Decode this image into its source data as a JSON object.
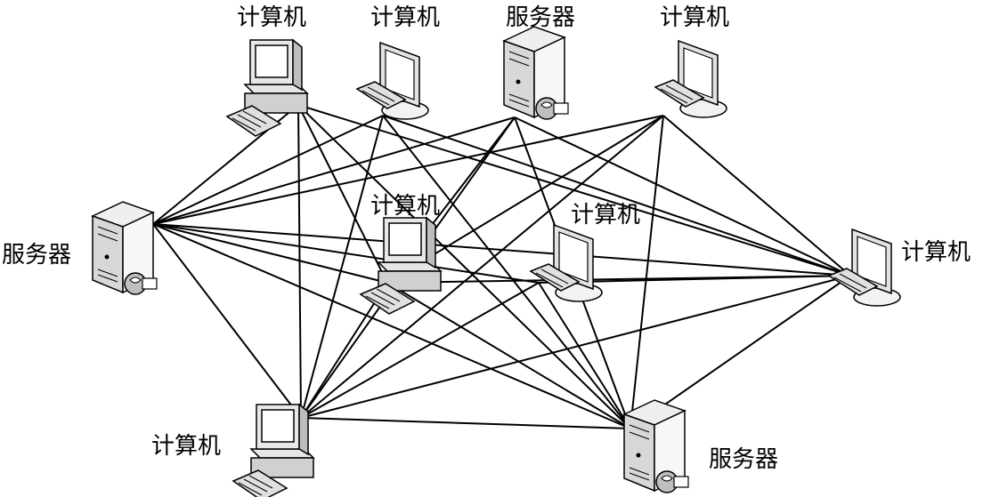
{
  "diagram": {
    "nodes": [
      {
        "id": "pc-top-1",
        "type": "desktop",
        "label": "计算机"
      },
      {
        "id": "pc-top-2",
        "type": "monitor",
        "label": "计算机"
      },
      {
        "id": "server-top",
        "type": "server",
        "label": "服务器"
      },
      {
        "id": "pc-top-3",
        "type": "monitor",
        "label": "计算机"
      },
      {
        "id": "server-left",
        "type": "server",
        "label": "服务器"
      },
      {
        "id": "pc-center",
        "type": "desktop",
        "label": "计算机"
      },
      {
        "id": "pc-mid-right",
        "type": "monitor",
        "label": "计算机"
      },
      {
        "id": "pc-right",
        "type": "monitor",
        "label": "计算机"
      },
      {
        "id": "pc-bottom",
        "type": "desktop",
        "label": "计算机"
      },
      {
        "id": "server-bottom",
        "type": "server",
        "label": "服务器"
      }
    ],
    "links": [
      [
        "server-left",
        "pc-top-1"
      ],
      [
        "server-left",
        "pc-top-2"
      ],
      [
        "server-left",
        "server-top"
      ],
      [
        "server-left",
        "pc-top-3"
      ],
      [
        "server-left",
        "pc-center"
      ],
      [
        "server-left",
        "pc-mid-right"
      ],
      [
        "server-left",
        "pc-right"
      ],
      [
        "server-left",
        "pc-bottom"
      ],
      [
        "server-left",
        "server-bottom"
      ],
      [
        "pc-top-1",
        "pc-center"
      ],
      [
        "pc-top-1",
        "pc-right"
      ],
      [
        "pc-top-1",
        "pc-bottom"
      ],
      [
        "pc-top-1",
        "server-bottom"
      ],
      [
        "pc-top-2",
        "pc-right"
      ],
      [
        "pc-top-2",
        "pc-bottom"
      ],
      [
        "pc-top-2",
        "server-bottom"
      ],
      [
        "server-top",
        "pc-center"
      ],
      [
        "server-top",
        "pc-bottom"
      ],
      [
        "server-top",
        "server-bottom"
      ],
      [
        "server-top",
        "pc-right"
      ],
      [
        "pc-top-3",
        "pc-center"
      ],
      [
        "pc-top-3",
        "pc-bottom"
      ],
      [
        "pc-top-3",
        "server-bottom"
      ],
      [
        "pc-top-3",
        "pc-right"
      ],
      [
        "pc-center",
        "pc-right"
      ],
      [
        "pc-center",
        "pc-bottom"
      ],
      [
        "pc-center",
        "server-bottom"
      ],
      [
        "pc-mid-right",
        "pc-bottom"
      ],
      [
        "pc-mid-right",
        "server-bottom"
      ],
      [
        "pc-mid-right",
        "pc-right"
      ],
      [
        "pc-right",
        "pc-bottom"
      ],
      [
        "pc-right",
        "server-bottom"
      ],
      [
        "pc-bottom",
        "server-bottom"
      ]
    ]
  }
}
